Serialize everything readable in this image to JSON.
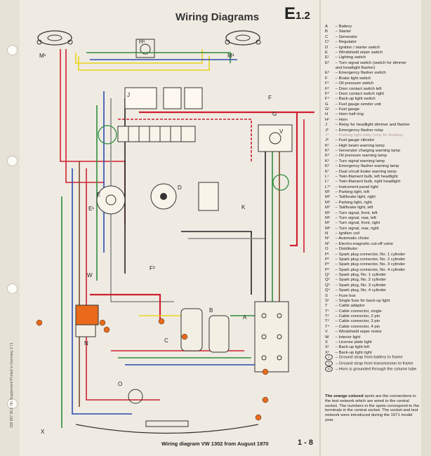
{
  "header": {
    "title": "Wiring Diagrams",
    "code": "E",
    "code_sub": "1.2"
  },
  "legend": [
    {
      "k": "A",
      "t": "Battery"
    },
    {
      "k": "B",
      "t": "Starter"
    },
    {
      "k": "C",
      "t": "Generator"
    },
    {
      "k": "C¹",
      "t": "Regulator"
    },
    {
      "k": "D",
      "t": "Ignition / starter switch"
    },
    {
      "k": "E",
      "t": "Windshield wiper switch"
    },
    {
      "k": "E¹",
      "t": "Lighting switch"
    },
    {
      "k": "E²",
      "t": "Turn signal switch (switch for dimmer"
    },
    {
      "k": "",
      "t": "and headlight flasher)"
    },
    {
      "k": "E³",
      "t": "Emergency flasher switch"
    },
    {
      "k": "F",
      "t": "Brake light switch"
    },
    {
      "k": "F¹",
      "t": "Oil pressure switch"
    },
    {
      "k": "F²",
      "t": "Door contact switch left"
    },
    {
      "k": "F³",
      "t": "Door contact switch right"
    },
    {
      "k": "F⁴",
      "t": "Back-up light switch"
    },
    {
      "k": "G",
      "t": "Fuel gauge sender unit"
    },
    {
      "k": "G¹",
      "t": "Fuel gauge"
    },
    {
      "k": "H",
      "t": "Horn half ring"
    },
    {
      "k": "H¹",
      "t": "Horn"
    },
    {
      "k": "J",
      "t": "Relay for headlight dimmer and flasher"
    },
    {
      "k": "J²",
      "t": "Emergency flasher relay"
    },
    {
      "k": "J⁴",
      "t": "Parking light relay (only for Austria)"
    },
    {
      "k": "J⁶",
      "t": "Fuel gauge vibrator"
    },
    {
      "k": "K¹",
      "t": "High beam warning lamp"
    },
    {
      "k": "K²",
      "t": "Generator charging warning lamp"
    },
    {
      "k": "K³",
      "t": "Oil pressure warning lamp"
    },
    {
      "k": "K⁵",
      "t": "Turn signal warning lamp"
    },
    {
      "k": "K⁶",
      "t": "Emergency flasher warning lamp"
    },
    {
      "k": "K⁷",
      "t": "Dual circuit brake warning lamp"
    },
    {
      "k": "L¹",
      "t": "Twin-filament bulb, left headlight"
    },
    {
      "k": "L²",
      "t": "Twin-filament bulb, right headlight"
    },
    {
      "k": "L¹⁰",
      "t": "Instrument panel light"
    },
    {
      "k": "M¹",
      "t": "Parking light, left"
    },
    {
      "k": "M²",
      "t": "Tail/brake light, right"
    },
    {
      "k": "M³",
      "t": "Parking light, right"
    },
    {
      "k": "M⁴",
      "t": "Tail/brake light, left"
    },
    {
      "k": "M⁵",
      "t": "Turn signal, front, left"
    },
    {
      "k": "M⁶",
      "t": "Turn signal, rear, left"
    },
    {
      "k": "M⁷",
      "t": "Turn signal, front, right"
    },
    {
      "k": "M⁸",
      "t": "Turn signal, rear, right"
    },
    {
      "k": "N",
      "t": "Ignition coil"
    },
    {
      "k": "N¹",
      "t": "Automatic choke"
    },
    {
      "k": "N³",
      "t": "Electro-magnetic cut-off valve"
    },
    {
      "k": "O",
      "t": "Distributor"
    },
    {
      "k": "P¹",
      "t": "Spark plug connector, No. 1 cylinder"
    },
    {
      "k": "P²",
      "t": "Spark plug connector, No. 2 cylinder"
    },
    {
      "k": "P³",
      "t": "Spark plug connector, No. 3 cylinder"
    },
    {
      "k": "P⁴",
      "t": "Spark plug connector, No. 4 cylinder"
    },
    {
      "k": "Q¹",
      "t": "Spark plug, No. 1 cylinder"
    },
    {
      "k": "Q²",
      "t": "Spark plug, No. 2 cylinder"
    },
    {
      "k": "Q³",
      "t": "Spark plug, No. 3 cylinder"
    },
    {
      "k": "Q⁴",
      "t": "Spark plug, No. 4 cylinder"
    },
    {
      "k": "S",
      "t": "Fuse box"
    },
    {
      "k": "S¹",
      "t": "Single fuse for back-up light"
    },
    {
      "k": "T",
      "t": "Cable adaptor"
    },
    {
      "k": "T¹",
      "t": "Cable connector, single"
    },
    {
      "k": "T²",
      "t": "Cable connector, 2 pin"
    },
    {
      "k": "T³",
      "t": "Cable connector, 3 pin"
    },
    {
      "k": "T⁴",
      "t": "Cable connector, 4 pin"
    },
    {
      "k": "V",
      "t": "Windshield wiper motor"
    },
    {
      "k": "W",
      "t": "Interior light"
    },
    {
      "k": "X",
      "t": "License plate light"
    },
    {
      "k": "X¹",
      "t": "Back-up light left"
    },
    {
      "k": "X²",
      "t": "Back-up light right"
    }
  ],
  "grounds": [
    {
      "n": "1",
      "t": "Ground strap from battery to frame"
    },
    {
      "n": "2",
      "t": "Ground strap from transmission to frame"
    },
    {
      "n": "10",
      "t": "Horn is grounded through the column tube"
    }
  ],
  "note": {
    "lead": "The orange colored",
    "rest": "spots are the connections in the test network which are wired to the central socket. The numbers in the spots correspond to the terminals in the central socket. The socket and test network were introduced during the 1971 model year."
  },
  "footer": {
    "caption": "Wiring diagram VW 1302 from August 1970",
    "page": "1 - 8"
  },
  "side_print": "159 697 06 E 7th Supplement Printed in Germany 3.71",
  "diagram_labels": [
    "M¹",
    "H¹",
    "M³",
    "J",
    "F",
    "G",
    "K",
    "V",
    "E¹",
    "D",
    "E",
    "C",
    "N",
    "O",
    "A",
    "B",
    "W",
    "X",
    "F³"
  ],
  "colors": {
    "red": "#cf2030",
    "yellow": "#e8d41c",
    "green": "#2e8c3e",
    "blue": "#2a4bb0",
    "brown": "#7a4a2a",
    "black": "#222222",
    "grey": "#8a8a8a",
    "orange": "#e86a1a",
    "paper": "#efebe2"
  }
}
